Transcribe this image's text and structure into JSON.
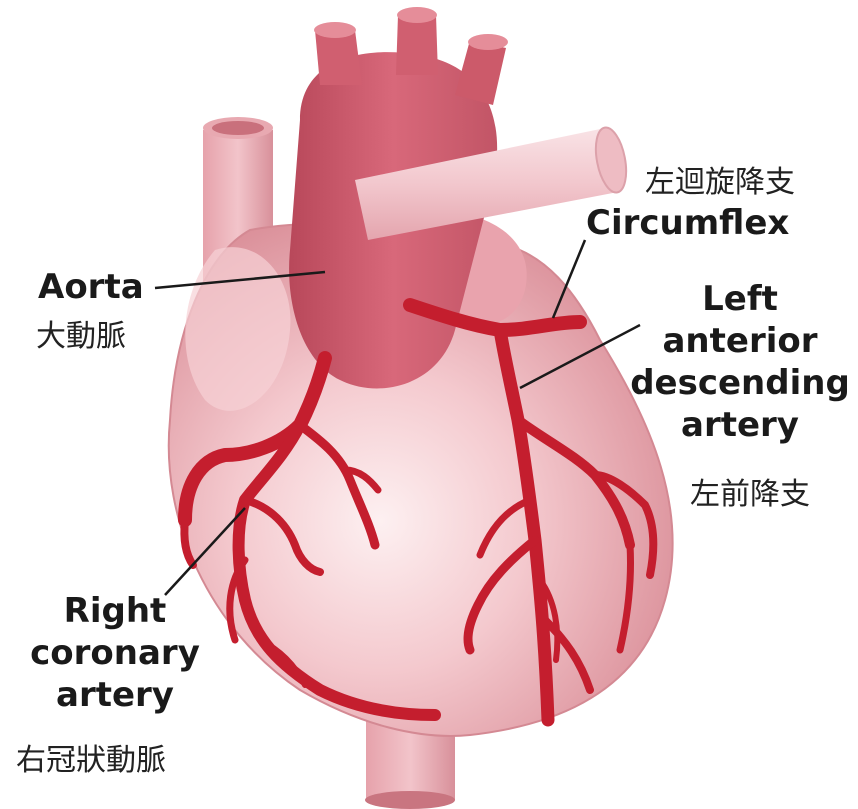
{
  "labels": {
    "aorta": "Aorta",
    "aorta_cn": "大動脈",
    "circumflex": "Circumflex",
    "circumflex_cn": "左迴旋降支",
    "lad_line1": "Left",
    "lad_line2": "anterior",
    "lad_line3": "descending",
    "lad_line4": "artery",
    "lad_cn": "左前降支",
    "rca_line1": "Right",
    "rca_line2": "coronary",
    "rca_line3": "artery",
    "rca_cn": "右冠狀動脈"
  },
  "colors": {
    "heart_body": "#f0b9bf",
    "heart_highlight": "#fbe6e8",
    "heart_shadow": "#d98c96",
    "aorta": "#d45f6e",
    "aorta_dark": "#b8485a",
    "vessel_light": "#f7d9dc",
    "coronary": "#c41e2e",
    "leader_line": "#1a1a1a"
  }
}
